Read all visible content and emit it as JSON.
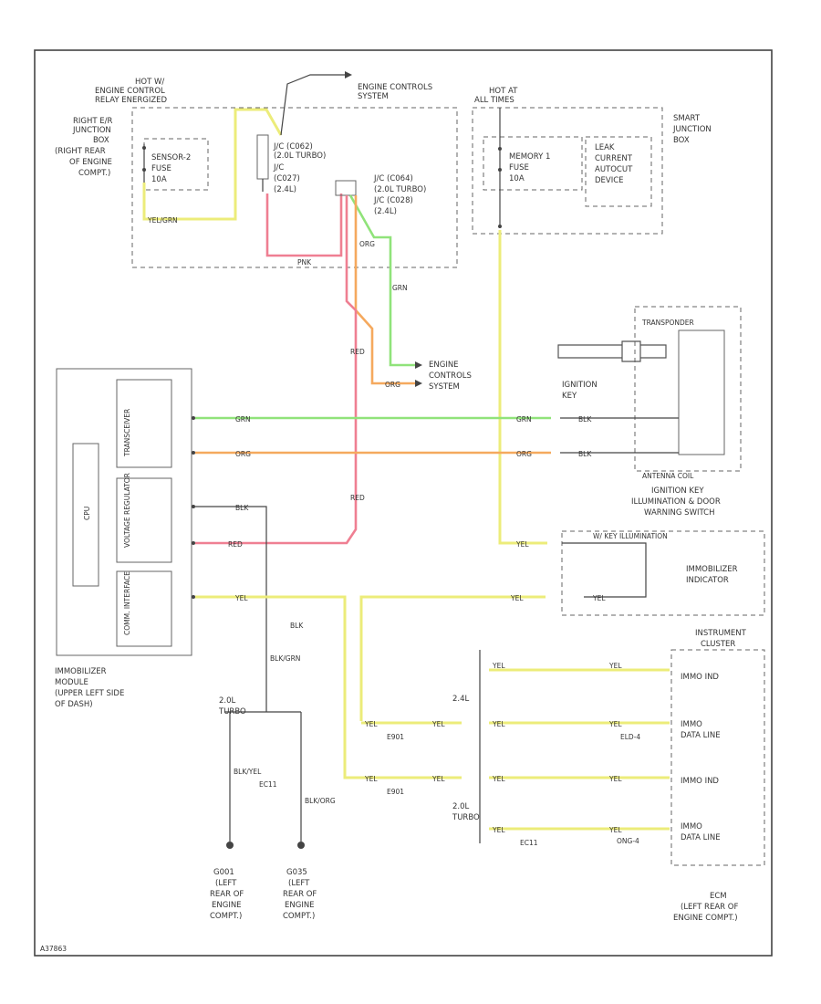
{
  "labels": {
    "hot_relay_1": "HOT W/",
    "hot_relay_2": "ENGINE CONTROL",
    "hot_relay_3": "RELAY ENERGIZED",
    "rjb_1": "RIGHT E/R",
    "rjb_2": "JUNCTION",
    "rjb_3": "BOX",
    "rjb_4": "(RIGHT REAR",
    "rjb_5": "OF ENGINE",
    "rjb_6": "COMPT.)",
    "fuse1_1": "SENSOR-2",
    "fuse1_2": "FUSE",
    "fuse1_3": "10A",
    "ecs_top_1": "ENGINE CONTROLS",
    "ecs_top_2": "SYSTEM",
    "jc1_1": "J/C (C062)",
    "jc1_2": "(2.0L TURBO)",
    "jc1_3": "J/C",
    "jc1_4": "(C027)",
    "jc1_5": "(2.4L)",
    "jc2_1": "J/C (C064)",
    "jc2_2": "(2.0L TURBO)",
    "jc2_3": "J/C (C028)",
    "jc2_4": "(2.4L)",
    "hot_at_1": "HOT AT",
    "hot_at_2": "ALL TIMES",
    "sjb_1": "SMART",
    "sjb_2": "JUNCTION",
    "sjb_3": "BOX",
    "fuse2_1": "MEMORY 1",
    "fuse2_2": "FUSE",
    "fuse2_3": "10A",
    "lcc_1": "LEAK",
    "lcc_2": "CURRENT",
    "lcc_3": "AUTOCUT",
    "lcc_4": "DEVICE",
    "ecs_mid_1": "ENGINE",
    "ecs_mid_2": "CONTROLS",
    "ecs_mid_3": "SYSTEM",
    "transponder": "TRANSPONDER",
    "ign_key_1": "IGNITION",
    "ign_key_2": "KEY",
    "antenna_coil": "ANTENNA COIL",
    "illum_1": "IGNITION KEY",
    "illum_2": "ILLUMINATION & DOOR",
    "illum_3": "WARNING SWITCH",
    "meter_hdr": "W/ KEY ILLUMINATION",
    "immo_ind_1": "IMMOBILIZER",
    "immo_ind_2": "INDICATOR",
    "im_mod_1": "IMMOBILIZER",
    "im_mod_2": "MODULE",
    "im_mod_3": "(UPPER LEFT SIDE",
    "im_mod_4": "OF DASH)",
    "transceiver": "TRANSCEIVER",
    "cpu": "CPU",
    "voltage_reg": "VOLTAGE REGULATOR",
    "comm_interface": "COMM. INTERFACE",
    "inst_cluster_1": "INSTRUMENT",
    "inst_cluster_2": "CLUSTER",
    "immo_pin1": "IMMO IND",
    "immo_pin2_1": "IMMO",
    "immo_pin2_2": "DATA LINE",
    "immo_pin3": "IMMO IND",
    "immo_pin4_1": "IMMO",
    "immo_pin4_2": "DATA LINE",
    "ecm_1": "ECM",
    "ecm_2": "(LEFT REAR OF",
    "ecm_3": "ENGINE COMPT.)",
    "l20_1": "2.0L",
    "l20_2": "TURBO",
    "l24": "2.4L",
    "l20b_1": "2.0L",
    "l20b_2": "TURBO",
    "g1_1": "G001",
    "g1_2": "(LEFT",
    "g1_3": "REAR OF",
    "g1_4": "ENGINE",
    "g1_5": "COMPT.)",
    "g2_1": "G035",
    "g2_2": "(LEFT",
    "g2_3": "REAR OF",
    "g2_4": "ENGINE",
    "g2_5": "COMPT.)",
    "footer": "A37863"
  },
  "wires": {
    "yel_grn": "YEL/GRN",
    "pnk": "PNK",
    "yel": "YEL",
    "red": "RED",
    "org": "ORG",
    "grn": "GRN",
    "blk": "BLK",
    "blk_grn": "BLK/GRN",
    "blk_yel": "BLK/YEL",
    "blk_org": "BLK/ORG",
    "blk2": "BLK"
  },
  "connectors": {
    "e01a": "E901",
    "e01b": "E901",
    "e011": "EC11",
    "e1d4": "ELD-4",
    "e004": "ONG-4",
    "ec11b": "EC11"
  },
  "colors": {
    "yellow": "#ecec7a",
    "pink": "#ef7f92",
    "orange": "#f5a95e",
    "green": "#90e37a",
    "line": "#444444"
  }
}
